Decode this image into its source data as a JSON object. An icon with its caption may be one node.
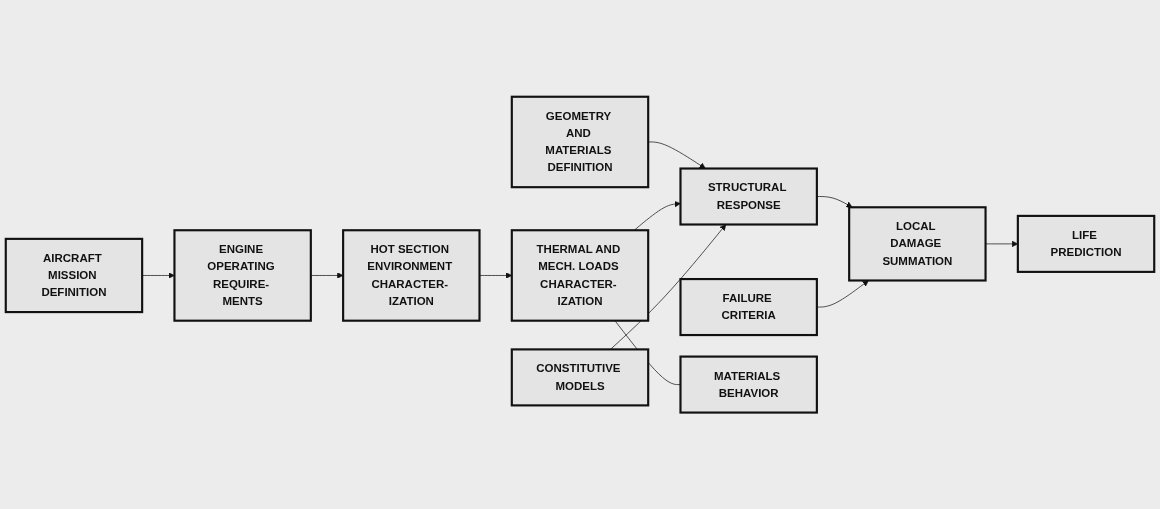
{
  "diagram": {
    "nodes": [
      {
        "text": [
          "GEOMETRY AND MATERIALS DEFINITION"
        ]
      },
      {
        "text": [
          "AIRCRAFT MISSION DEFINITION"
        ]
      },
      {
        "text": [
          "THERMAL AND MECH. LOADS CHARACTER- IZATION"
        ]
      },
      {
        "text": [
          "STRUCTURAL RESPONSE"
        ]
      },
      {
        "text": [
          "LOCAL DAMAGE SUMMATION"
        ]
      },
      {
        "text": [
          "LIFE PREDICTION"
        ]
      },
      {
        "text": [
          "ENGINE OPERATING REQUIRE- MENTS"
        ]
      },
      {
        "text": [
          "HOT SECTION ENVIRONMENT CHARACTER- IZATION"
        ]
      },
      {
        "text": [
          "CONSTITUTIVE MODELS"
        ]
      },
      {
        "text": [
          "FAILURE CRITERIA"
        ]
      },
      {
        "text": [
          "MATERIALS BEHAVIOR"
        ]
      }
    ],
    "edges": [
      {
        "from": 0,
        "to": 3,
        "arrow": "to"
      },
      {
        "from": 1,
        "to": 6,
        "arrow": "to"
      },
      {
        "from": 6,
        "to": 7,
        "arrow": "to"
      },
      {
        "from": 7,
        "to": 2,
        "arrow": "to"
      },
      {
        "from": 2,
        "to": 3,
        "arrow": "to"
      },
      {
        "from": 2,
        "to": 10,
        "arrow": "none"
      },
      {
        "from": 8,
        "to": 3,
        "arrow": "to"
      },
      {
        "from": 3,
        "to": 4,
        "arrow": "to"
      },
      {
        "from": 9,
        "to": 4,
        "arrow": "to"
      },
      {
        "from": 4,
        "to": 5,
        "arrow": "to"
      }
    ]
  }
}
